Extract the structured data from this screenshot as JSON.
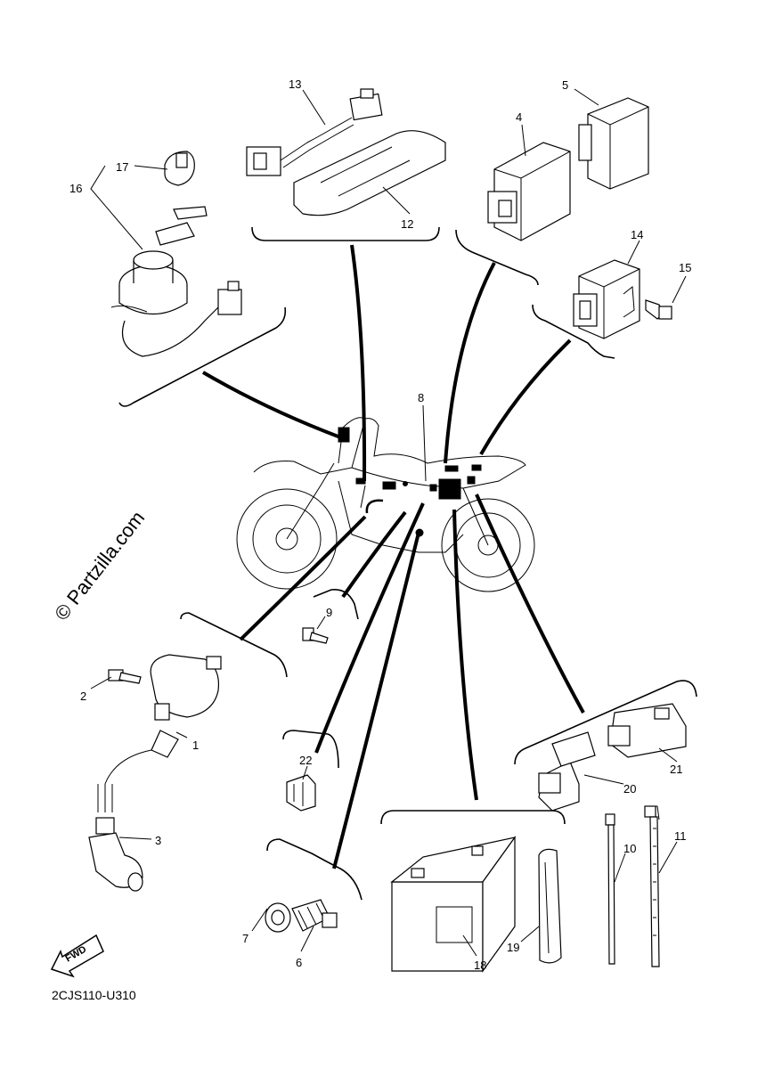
{
  "diagram": {
    "watermark": "© Partzilla.com",
    "drawing_code": "2CJS110-U310",
    "fwd_label": "FWD",
    "callouts": [
      "1",
      "2",
      "3",
      "4",
      "5",
      "6",
      "7",
      "8",
      "9",
      "10",
      "11",
      "12",
      "13",
      "14",
      "15",
      "16",
      "17",
      "18",
      "19",
      "20",
      "21",
      "22"
    ]
  }
}
